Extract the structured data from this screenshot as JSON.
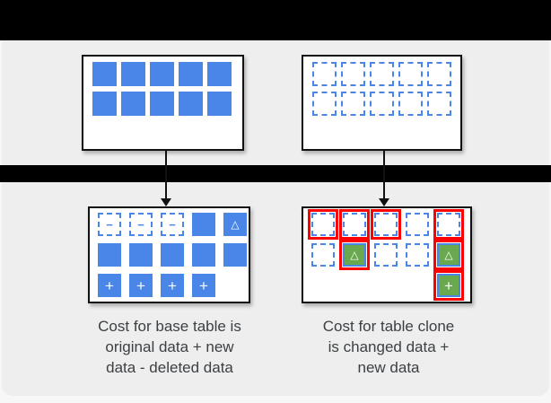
{
  "colors": {
    "blue": "#4a86e8",
    "green": "#6aa84f",
    "red": "#ff0000",
    "panel": "#eeeeee",
    "text": "#3c4043"
  },
  "symbols": {
    "minus": "−",
    "plus": "+",
    "delta": "△"
  },
  "tables": {
    "base_before": {
      "cells": [
        [
          "solid",
          "solid",
          "solid",
          "solid",
          "solid"
        ],
        [
          "solid",
          "solid",
          "solid",
          "solid",
          "solid"
        ]
      ]
    },
    "clone_before": {
      "cells": [
        [
          "dash",
          "dash",
          "dash",
          "dash",
          "dash"
        ],
        [
          "dash",
          "dash",
          "dash",
          "dash",
          "dash"
        ]
      ]
    },
    "base_after": {
      "cells": [
        [
          "dash-minus",
          "dash-minus",
          "dash-minus",
          "solid",
          "solid-delta"
        ],
        [
          "solid",
          "solid",
          "solid",
          "solid",
          "solid"
        ],
        [
          "solid-plus",
          "solid-plus",
          "solid-plus",
          "solid-plus",
          "empty"
        ]
      ]
    },
    "clone_after": {
      "cells": [
        [
          "dash-red",
          "dash-red",
          "dash-red",
          "dash",
          "dash-red"
        ],
        [
          "dash",
          "green-delta-red",
          "dash",
          "dash",
          "green-delta-red"
        ],
        [
          "empty",
          "empty",
          "empty",
          "empty",
          "green-plus-red"
        ]
      ]
    }
  },
  "captions": {
    "left": "Cost for base table is\noriginal data + new\ndata - deleted data",
    "right": "Cost for table clone\nis changed data +\nnew data"
  }
}
